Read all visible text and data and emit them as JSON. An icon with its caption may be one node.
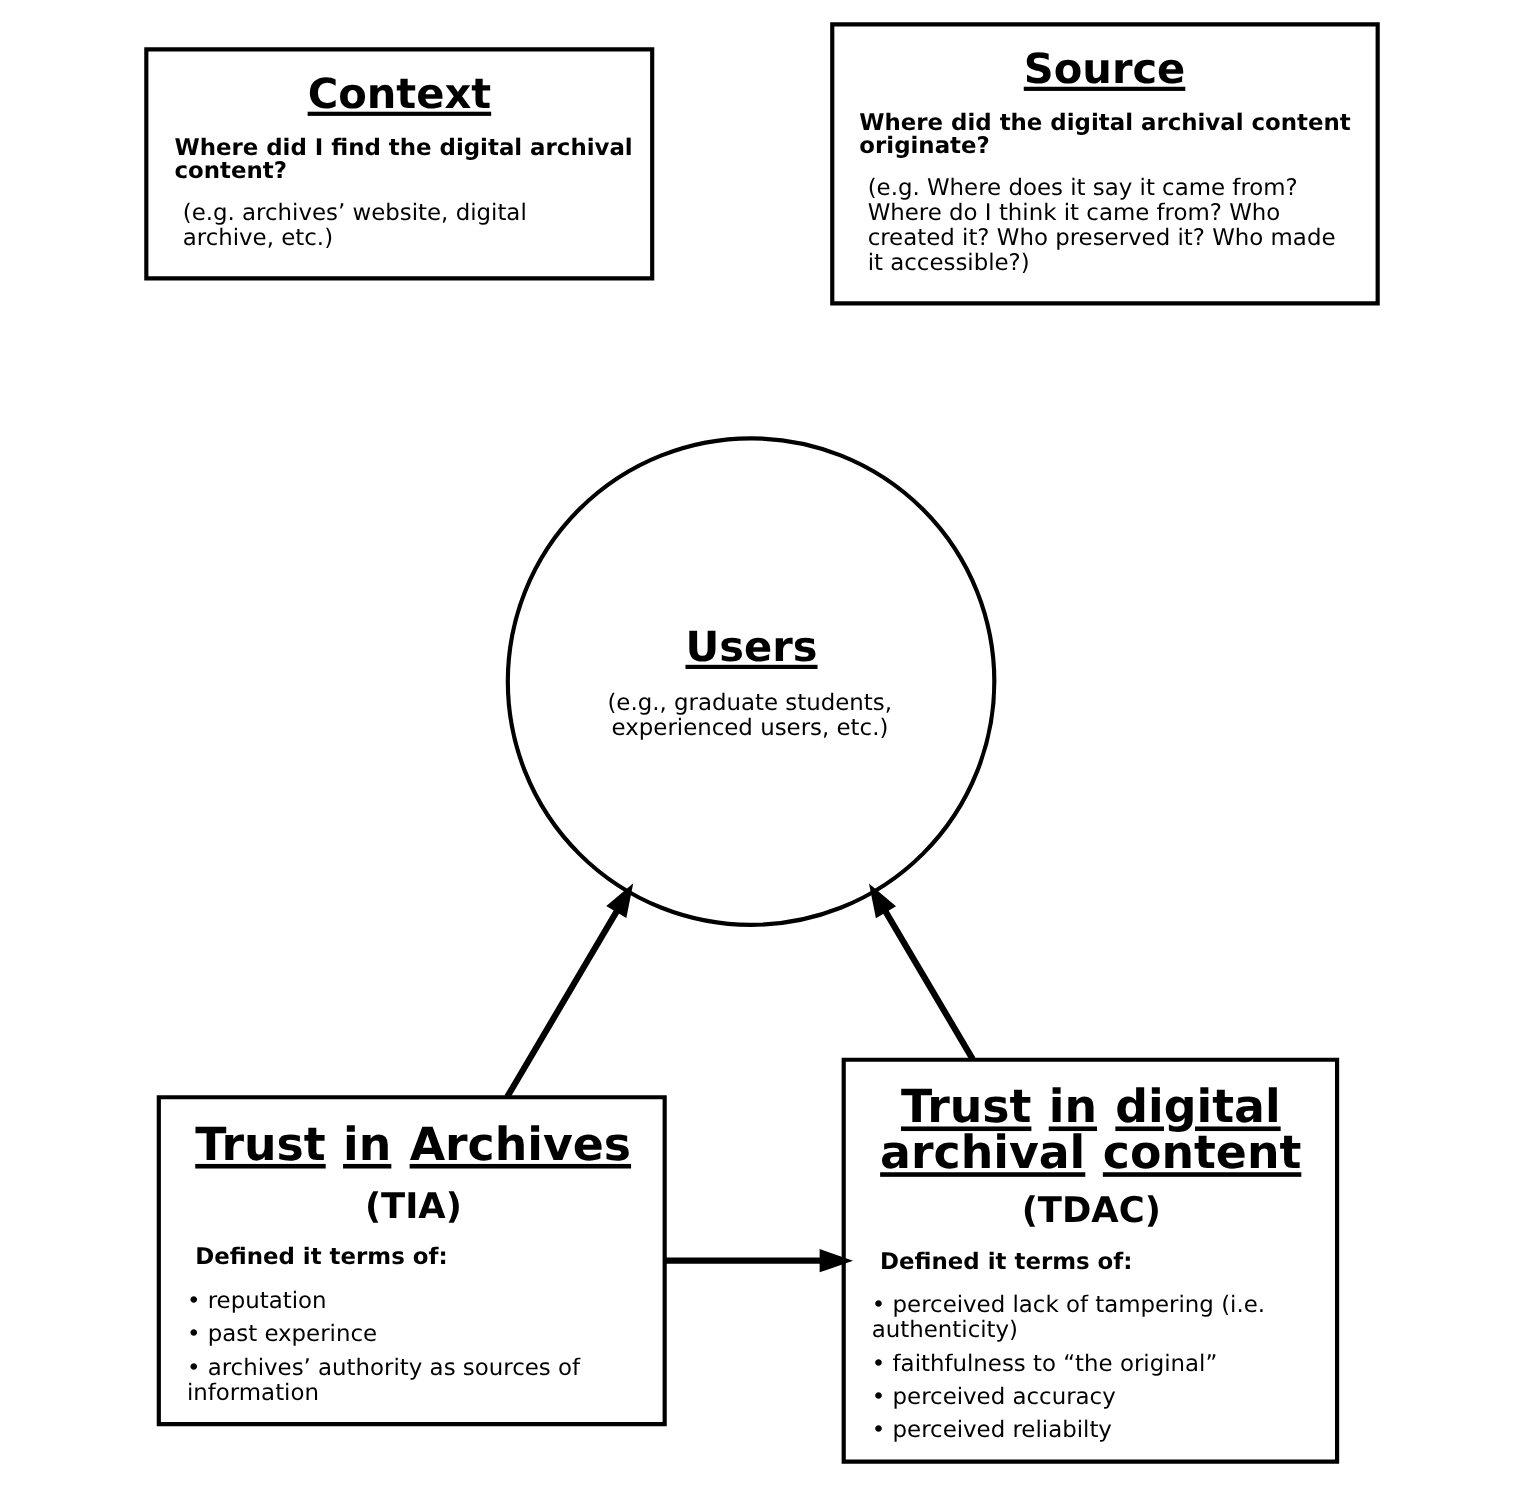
{
  "diagram": {
    "nodes": [
      {
        "text": [
          "Context",
          "Where did I find the digital archival content?",
          "(e.g. archives’ website, digital archive, etc.)"
        ]
      },
      {
        "text": [
          "Source",
          "Where did the digital archival content originate?",
          "(e.g. Where does it say it came from? Where do I think it came from? Who created it? Who preserved it? Who made it accessible?)"
        ]
      },
      {
        "text": [
          "Users",
          "(e.g., graduate students, experienced users, etc.)"
        ]
      },
      {
        "text": [
          "Trust in Archives",
          "(TIA)",
          "Defined it terms of:",
          "• reputation",
          "• past experince",
          "• archives’ authority as sources of information"
        ]
      },
      {
        "text": [
          "Trust in digital archival content",
          "(TDAC)",
          "Defined it terms of:",
          "• perceived lack of tampering (i.e. authenticity)",
          "• faithfulness to “the original”",
          "• perceived accuracy",
          "• perceived reliabilty"
        ]
      }
    ],
    "edges": [
      {
        "from": 3,
        "to": 2,
        "arrow": "to"
      },
      {
        "from": 4,
        "to": 2,
        "arrow": "to"
      },
      {
        "from": 3,
        "to": 4,
        "arrow": "to"
      }
    ]
  }
}
